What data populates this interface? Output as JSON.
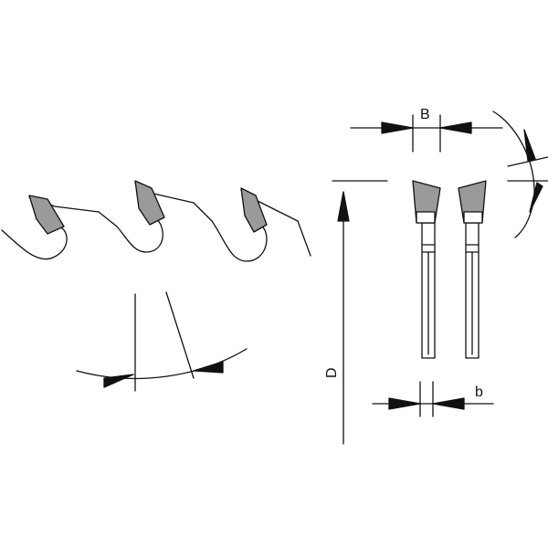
{
  "labels": {
    "kerf_width": "B",
    "blade_thickness": "b",
    "diameter": "D"
  },
  "colors": {
    "line": "#111111",
    "tooth_fill": "#9a9a9a",
    "tip_fill": "#ffffff",
    "background": "#ffffff"
  }
}
